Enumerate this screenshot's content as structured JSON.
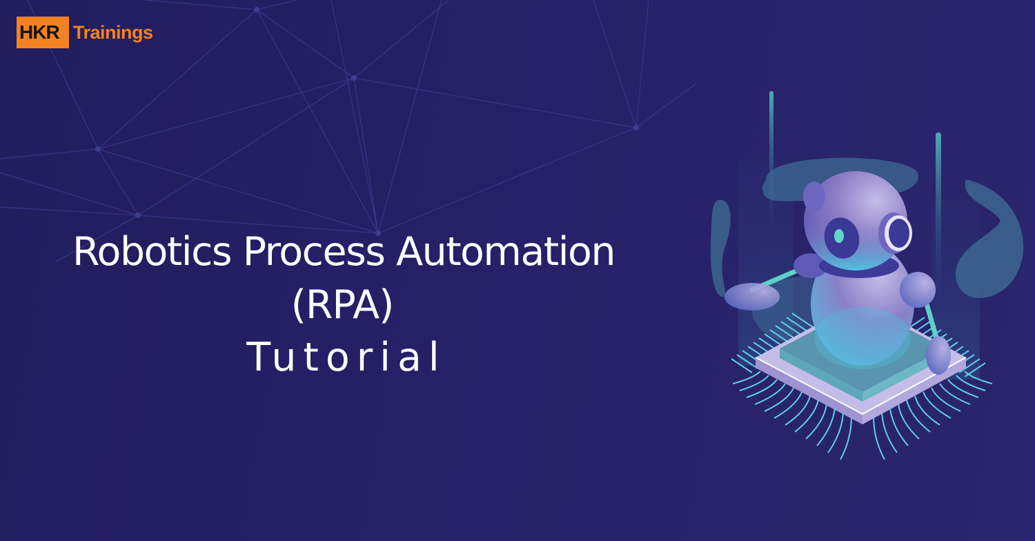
{
  "brand": {
    "box_text": "HKR",
    "text": "Trainings",
    "accent_color": "#f58220",
    "box_text_color": "#151515"
  },
  "hero": {
    "title_line1": "Robotics Process Automation",
    "title_line2": "(RPA)",
    "title_line3": "Tutorial",
    "text_color": "#ffffff"
  },
  "illustration": {
    "subject": "robot-on-microchip-icon",
    "palette": {
      "background": "#241f62",
      "robot_body": "#8f7cc8",
      "robot_glow": "#4fc3e0",
      "chip_base": "#b7aee0",
      "chip_top": "#4f8fa8",
      "pins": "#5fd0e8",
      "ribbons": "#3f6f96"
    }
  },
  "background": {
    "color": "#241f62",
    "pattern": "network-lines-icon"
  }
}
